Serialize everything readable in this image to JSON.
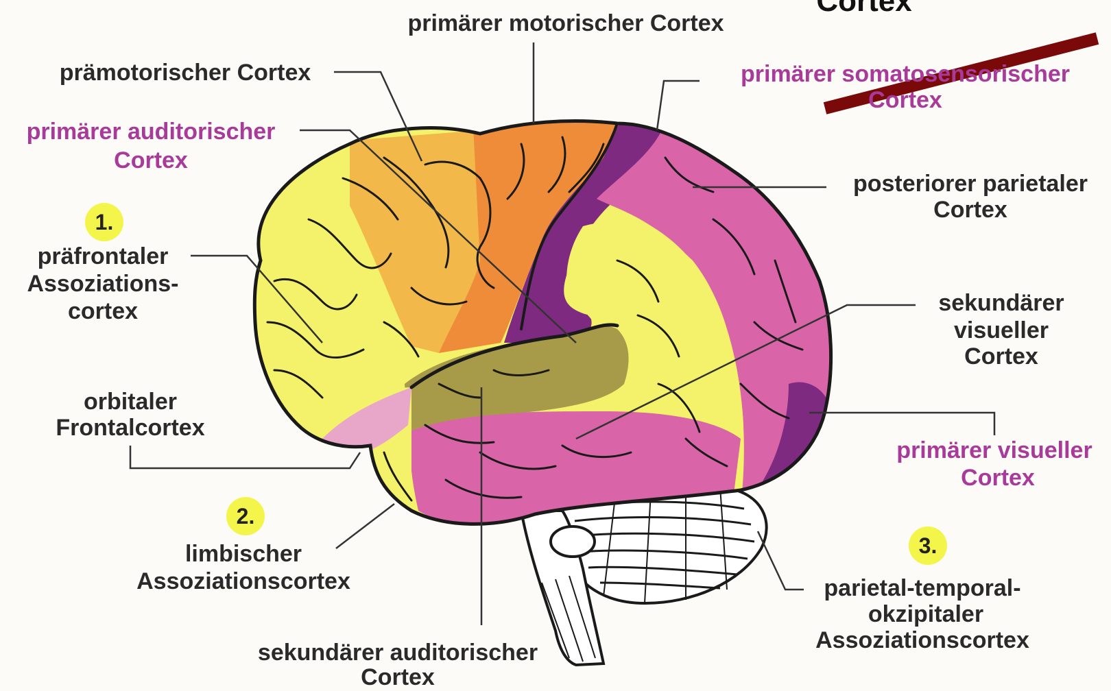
{
  "labels": {
    "cortex_top": "Cortex",
    "primary_motor": "primärer motorischer Cortex",
    "premotor": "prämotorischer Cortex",
    "primary_somatosensory_1": "primärer somatosensorischer",
    "primary_somatosensory_2": "Cortex",
    "primary_auditory_1": "primärer auditorischer",
    "primary_auditory_2": "Cortex",
    "posterior_parietal_1": "posteriorer parietaler",
    "posterior_parietal_2": "Cortex",
    "prefrontal_1": "präfrontaler",
    "prefrontal_2": "Assoziations-",
    "prefrontal_3": "cortex",
    "secondary_visual_1": "sekundärer",
    "secondary_visual_2": "visueller",
    "secondary_visual_3": "Cortex",
    "orbital_1": "orbitaler",
    "orbital_2": "Frontalcortex",
    "primary_visual_1": "primärer visueller",
    "primary_visual_2": "Cortex",
    "limbic_1": "limbischer",
    "limbic_2": "Assoziationscortex",
    "secondary_auditory_1": "sekundärer auditorischer",
    "secondary_auditory_2": "Cortex",
    "pto_1": "parietal-temporal-",
    "pto_2": "okzipitaler",
    "pto_3": "Assoziationscortex"
  },
  "badges": {
    "b1": "1.",
    "b2": "2.",
    "b3": "3."
  },
  "colors": {
    "background": "#fcfbf8",
    "yellow": "#f3f26a",
    "light_orange": "#f2b84a",
    "orange": "#ef8c3a",
    "purple": "#7e2a80",
    "pink": "#d965a8",
    "olive": "#a79b4a",
    "light_pink": "#e8a6c8",
    "magenta_text": "#a83a9a",
    "strike": "#7a0a0a",
    "badge_yellow": "#f3f54a"
  }
}
